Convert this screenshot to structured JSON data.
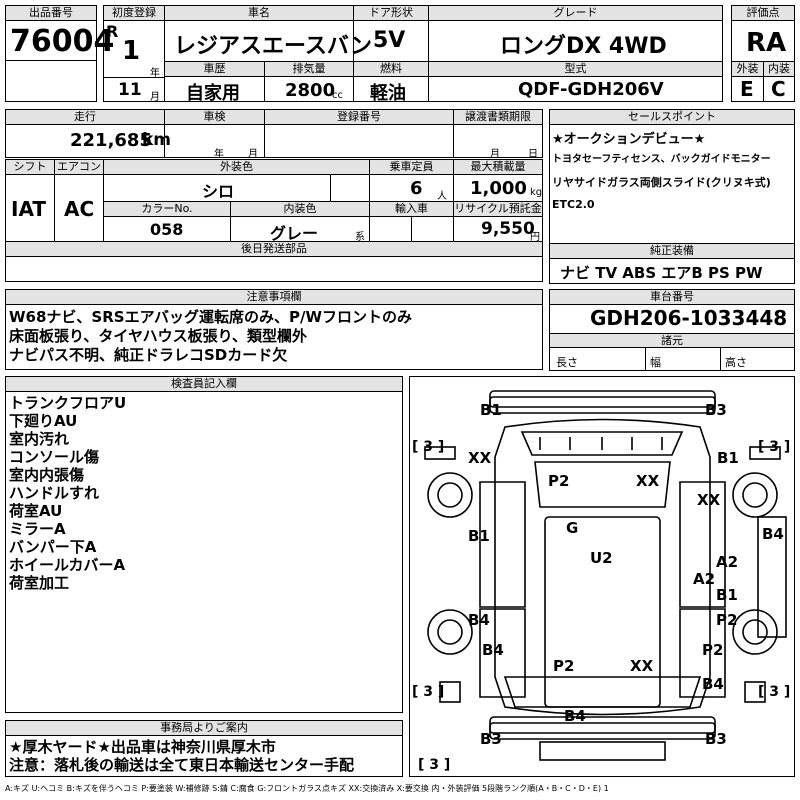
{
  "header": {
    "lot_no_label": "出品番号",
    "lot_no": "76004",
    "first_reg_label": "初度登録",
    "era": "R",
    "reg_year": "1",
    "reg_year_unit": "年",
    "reg_month": "11",
    "reg_month_unit": "月",
    "car_name_label": "車名",
    "car_name": "レジアスエースバン",
    "door_label": "ドア形状",
    "door": "5V",
    "grade_label": "グレード",
    "grade": "ロングDX 4WD",
    "score_label": "評価点",
    "score": "RA",
    "history_label": "車歴",
    "history": "自家用",
    "displacement_label": "排気量",
    "displacement": "2800",
    "displacement_unit": "cc",
    "fuel_label": "燃料",
    "fuel": "軽油",
    "model_label": "型式",
    "model": "QDF-GDH206V",
    "exterior_label": "外装",
    "exterior_grade": "E",
    "interior_label": "内装",
    "interior_grade": "C"
  },
  "row2": {
    "mileage_label": "走行",
    "mileage": "221,685",
    "mileage_unit": "km",
    "inspection_label": "車検",
    "insp_year_unit": "年",
    "insp_month_unit": "月",
    "reg_no_label": "登録番号",
    "deadline_label": "譲渡書類期限",
    "deadline_month_unit": "月",
    "deadline_day_unit": "日",
    "sales_point_label": "セールスポイント",
    "sales_points": [
      "★オークションデビュー★",
      "トヨタセーフティセンス、バックガイドモニター",
      "リヤサイドガラス両側スライド(クリヌキ式)",
      "ETC2.0"
    ]
  },
  "row3": {
    "shift_label": "シフト",
    "shift": "IAT",
    "ac_label": "エアコン",
    "ac": "AC",
    "color_label": "外装色",
    "color": "シロ",
    "capacity_label": "乗車定員",
    "capacity": "6",
    "capacity_unit": "人",
    "load_label": "最大積載量",
    "load": "1,000",
    "load_unit": "kg",
    "color_no_label": "カラーNo.",
    "color_no": "058",
    "int_color_label": "内装色",
    "int_color": "グレー",
    "int_color_unit": "系",
    "import_label": "輸入車",
    "recycle_label": "リサイクル預託金",
    "recycle": "9,550",
    "recycle_unit": "円"
  },
  "later_parts_label": "後日発送部品",
  "factory_equip_label": "純正装備",
  "factory_equip": "ナビ TV ABS エアB PS PW",
  "notes": {
    "label": "注意事項欄",
    "lines": [
      "W68ナビ、SRSエアバッグ運転席のみ、P/Wフロントのみ",
      "床面板張り、タイヤハウス板張り、類型欄外",
      "ナビパス不明、純正ドラレコSDカード欠"
    ]
  },
  "chassis": {
    "label": "車台番号",
    "number": "GDH206-1033448",
    "spec_label": "諸元",
    "length_label": "長さ",
    "width_label": "幅",
    "height_label": "高さ"
  },
  "inspector": {
    "label": "検査員記入欄",
    "lines": [
      "トランクフロアU",
      "下廻りAU",
      "室内汚れ",
      "コンソール傷",
      "室内内張傷",
      "ハンドルすれ",
      "荷室AU",
      "ミラーA",
      "バンパー下A",
      "ホイールカバーA",
      "荷室加工"
    ]
  },
  "office": {
    "label": "事務局よりご案内",
    "lines": [
      "★厚木ヤード★出品車は神奈川県厚木市",
      "注意：落札後の輸送は全て東日本輸送センター手配"
    ]
  },
  "diagram": {
    "brackets": [
      "[ 3 ]",
      "[ 3 ]",
      "[ 3 ]",
      "[ 3 ]",
      "[ 3 ]"
    ],
    "marks": [
      "B1",
      "B3",
      "XX",
      "B1",
      "P2",
      "XX",
      "XX",
      "B4",
      "B1",
      "G",
      "U2",
      "A2",
      "A2",
      "B1",
      "P2",
      "B4",
      "B4",
      "P2",
      "XX",
      "P2",
      "B4",
      "B4",
      "B3",
      "B3"
    ]
  },
  "legend": "A:キズ U:ヘコミ B:キズを伴うヘコミ P:要塗装 W:補修跡 S:錆 C:腐食 G:フロントガラス点キズ XX:交換済み X:要交換 内・外装評価 5段階ランク順(A・B・C・D・E) 1"
}
